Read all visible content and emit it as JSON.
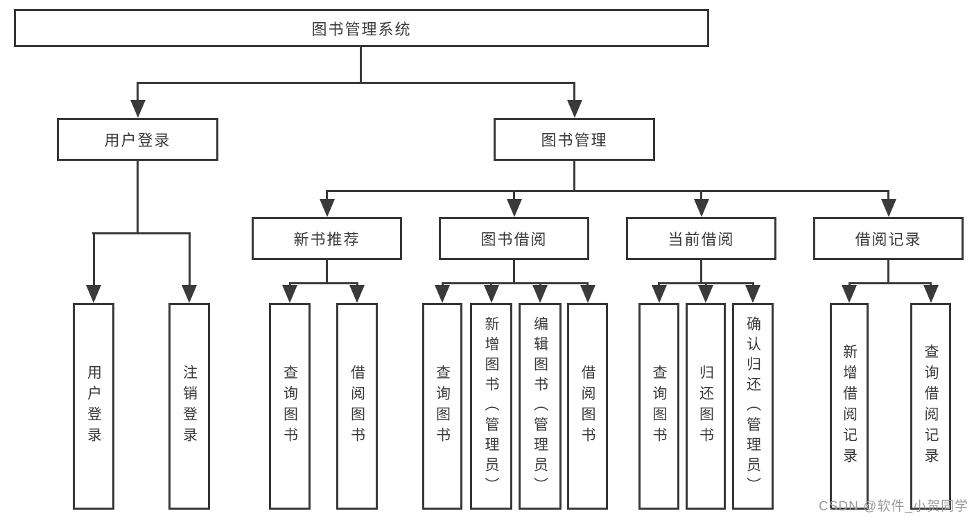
{
  "diagram": {
    "type": "hierarchy-tree",
    "title": "图书管理系统",
    "root": {
      "label": "图书管理系统"
    },
    "level2": [
      {
        "label": "用户登录"
      },
      {
        "label": "图书管理"
      }
    ],
    "level3": [
      {
        "label": "新书推荐",
        "parent": "图书管理"
      },
      {
        "label": "图书借阅",
        "parent": "图书管理"
      },
      {
        "label": "当前借阅",
        "parent": "图书管理"
      },
      {
        "label": "借阅记录",
        "parent": "图书管理"
      }
    ],
    "leaves": [
      {
        "label": "用户登录",
        "parent": "用户登录"
      },
      {
        "label": "注销登录",
        "parent": "用户登录"
      },
      {
        "label": "查询图书",
        "parent": "新书推荐"
      },
      {
        "label": "借阅图书",
        "parent": "新书推荐"
      },
      {
        "label": "查询图书",
        "parent": "图书借阅"
      },
      {
        "label": "新增图书（管理员）",
        "parent": "图书借阅"
      },
      {
        "label": "编辑图书（管理员）",
        "parent": "图书借阅"
      },
      {
        "label": "借阅图书",
        "parent": "图书借阅"
      },
      {
        "label": "查询图书",
        "parent": "当前借阅"
      },
      {
        "label": "归还图书",
        "parent": "当前借阅"
      },
      {
        "label": "确认归还（管理员）",
        "parent": "当前借阅"
      },
      {
        "label": "新增借阅记录",
        "parent": "借阅记录"
      },
      {
        "label": "查询借阅记录",
        "parent": "借阅记录"
      }
    ],
    "colors": {
      "line": "#3a3a3a",
      "border": "#383838",
      "text": "#3a3a3a",
      "background": "#ffffff",
      "watermark": "#9b9b9b"
    }
  },
  "watermark": {
    "text": "CSDN @软件_小贺同学"
  }
}
